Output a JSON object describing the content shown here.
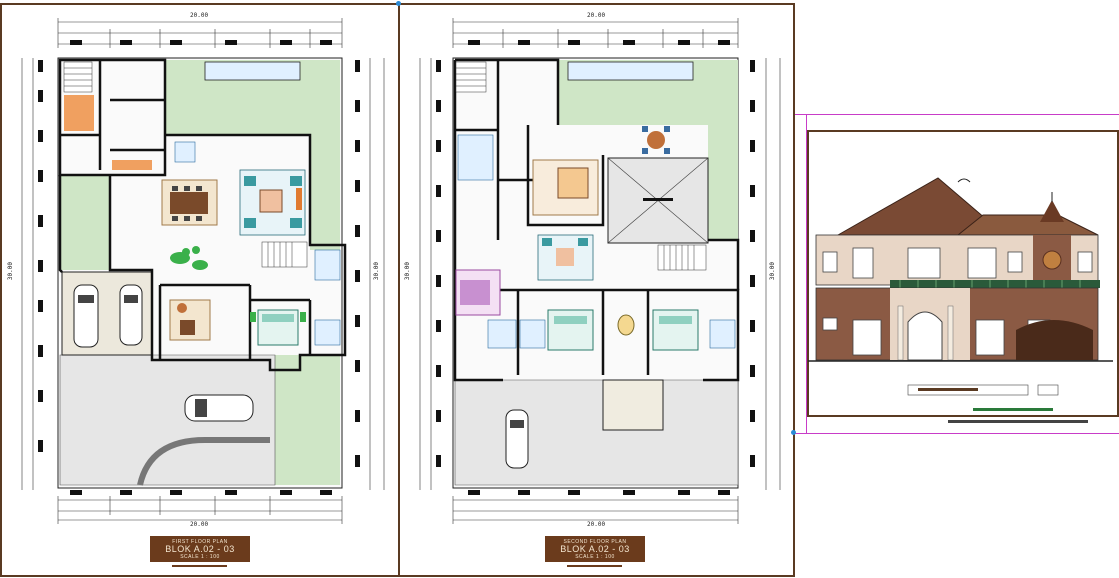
{
  "sheet1": {
    "top_dimension": "20.00",
    "bottom_dimension": "20.00",
    "left_dimension": "30.00",
    "right_dimension": "30.00",
    "title_line1": "FIRST FLOOR PLAN",
    "title_line2": "BLOK A.02 - 03",
    "title_line3": "SCALE 1 : 100"
  },
  "sheet2": {
    "top_dimension": "20.00",
    "bottom_dimension": "20.00",
    "left_dimension": "30.00",
    "right_dimension": "30.00",
    "title_line1": "SECOND FLOOR PLAN",
    "title_line2": "BLOK A.02 - 03",
    "title_line3": "SCALE 1 : 100"
  },
  "colors": {
    "frame": "#5a3a22",
    "title_block": "#6b3b1c",
    "lawn": "#cfe6c6",
    "paving": "#e6e6e6",
    "wall": "#111111",
    "roof": "#7a4a34",
    "brick": "#8b5a44",
    "guide": "#c83cc8"
  }
}
